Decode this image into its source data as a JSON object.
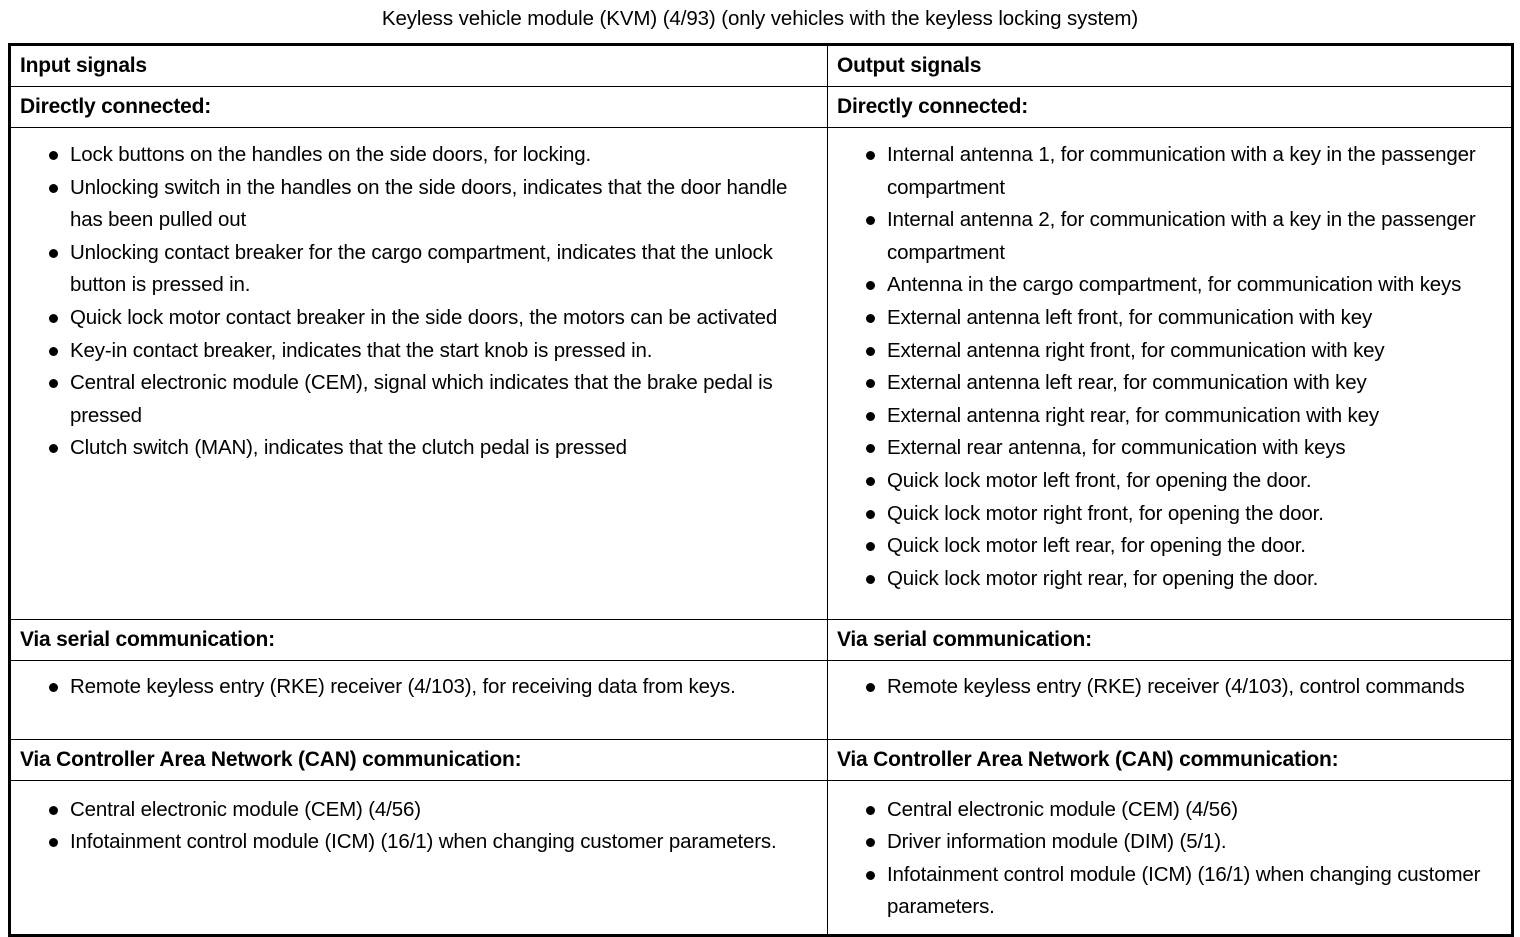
{
  "document": {
    "title": "Keyless vehicle module (KVM) (4/93) (only vehicles with the keyless locking system)"
  },
  "table": {
    "column_headers": {
      "input": "Input signals",
      "output": "Output signals"
    },
    "sections": [
      {
        "id": "directly-connected",
        "heading_left": "Directly connected:",
        "heading_right": "Directly connected:",
        "input_items": [
          "Lock buttons on the handles on the side doors, for locking.",
          "Unlocking switch in the handles on the side doors, indicates that the door handle has been pulled out",
          "Unlocking contact breaker for the cargo compartment, indicates that the unlock button is pressed in.",
          "Quick lock motor contact breaker in the side doors, the motors can be activated",
          "Key-in contact breaker, indicates that the start knob is pressed in.",
          "Central electronic module (CEM), signal which indicates that the brake pedal is pressed",
          "Clutch switch (MAN), indicates that the clutch pedal is pressed"
        ],
        "output_items": [
          "Internal antenna 1, for communication with a key in the passenger compartment",
          "Internal antenna 2, for communication with a key in the passenger compartment",
          "Antenna in the cargo compartment, for communication with keys",
          "External antenna left front, for communication with key",
          "External antenna right front, for communication with key",
          "External antenna left rear, for communication with key",
          "External antenna right rear, for communication with key",
          "External rear antenna, for communication with keys",
          "Quick lock motor left front, for opening the door.",
          "Quick lock motor right front, for opening the door.",
          "Quick lock motor left rear, for opening the door.",
          "Quick lock motor right rear, for opening the door."
        ]
      },
      {
        "id": "via-serial-communication",
        "heading_left": "Via serial communication:",
        "heading_right": "Via serial communication:",
        "input_items": [
          "Remote keyless entry (RKE) receiver (4/103), for receiving data from keys."
        ],
        "output_items": [
          "Remote keyless entry (RKE) receiver (4/103), control commands"
        ]
      },
      {
        "id": "via-can-communication",
        "heading_left": "Via Controller Area Network (CAN) communication:",
        "heading_right": "Via Controller Area Network (CAN) communication:",
        "input_items": [
          "Central electronic module (CEM) (4/56)",
          "Infotainment control module (ICM) (16/1) when changing customer parameters."
        ],
        "output_items": [
          "Central electronic module (CEM) (4/56)",
          "Driver information module (DIM) (5/1).",
          "Infotainment control module (ICM) (16/1) when changing customer parameters."
        ]
      }
    ]
  },
  "colors": {
    "text": "#000000",
    "background": "#ffffff",
    "border": "#000000"
  }
}
